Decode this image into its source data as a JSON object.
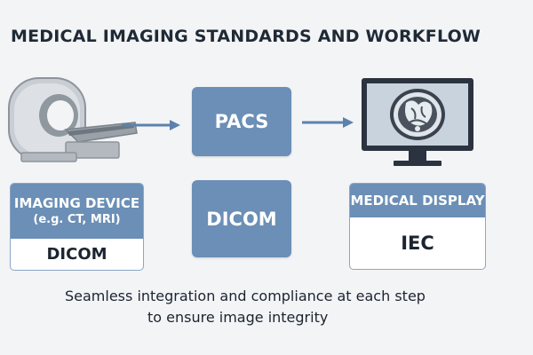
{
  "title": "MEDICAL IMAGING STANDARDS AND WORKFLOW",
  "nodes": {
    "pacs": "PACS",
    "middle_standard": "DICOM",
    "imaging_device": {
      "label_line1": "IMAGING DEVICE",
      "label_line2": "(e.g. CT, MRI)",
      "standard": "DICOM"
    },
    "medical_display": {
      "label": "MEDICAL DISPLAY",
      "standard": "IEC"
    }
  },
  "caption": {
    "line1": "Seamless integration and compliance at each step",
    "line2": "to ensure image integrity"
  },
  "icons": [
    "ct-scanner-icon",
    "arrow-right-icon",
    "monitor-icon",
    "ct-scan-image-icon"
  ],
  "colors": {
    "box_blue": "#6b8fb6",
    "arrow_blue": "#5b82ad",
    "background": "#f3f4f6",
    "text_dark": "#1f2a36"
  }
}
